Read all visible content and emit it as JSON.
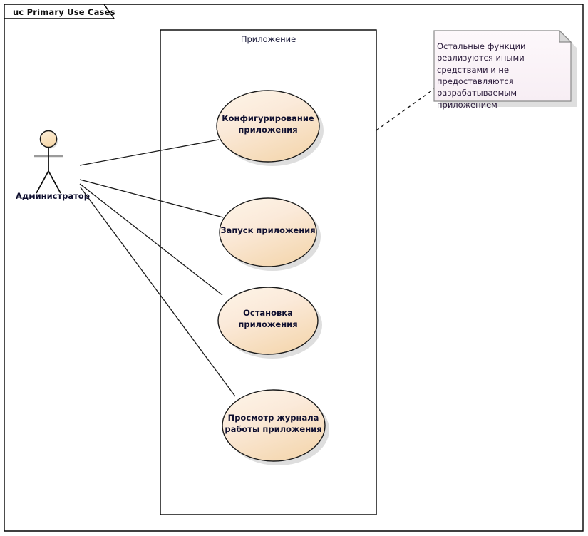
{
  "diagram": {
    "frame_title": "uc Primary Use Cases",
    "boundary_label": "Приложение",
    "actor": {
      "name": "Администратор",
      "icon": "stick-figure-actor-icon"
    },
    "use_cases": [
      {
        "id": "uc0",
        "label": "Конфигурирование\nприложения",
        "label_lines": [
          "Конфигурирование",
          "приложения"
        ]
      },
      {
        "id": "uc1",
        "label": "Запуск приложения",
        "label_lines": [
          "Запуск приложения"
        ]
      },
      {
        "id": "uc2",
        "label": "Остановка\nприложения",
        "label_lines": [
          "Остановка",
          "приложения"
        ]
      },
      {
        "id": "uc3",
        "label": "Просмотр журнала\nработы приложения",
        "label_lines": [
          "Просмотр журнала",
          "работы приложения"
        ]
      }
    ],
    "note": {
      "text": "Остальные функции реализуются иными средствами и не предоставляются разрабатываемым приложением"
    },
    "colors": {
      "use_case_fill_light": "#fdf3e2",
      "use_case_fill": "#f8e0bf",
      "use_case_stroke": "#1a1a1a",
      "actor_fill": "#fbe2bd",
      "note_fill": "#fbf4f8",
      "note_stroke": "#8a8a8a",
      "frame_stroke": "#000000",
      "connector_stroke": "#1a1a1a",
      "shadow": "#b9b9b9"
    }
  }
}
